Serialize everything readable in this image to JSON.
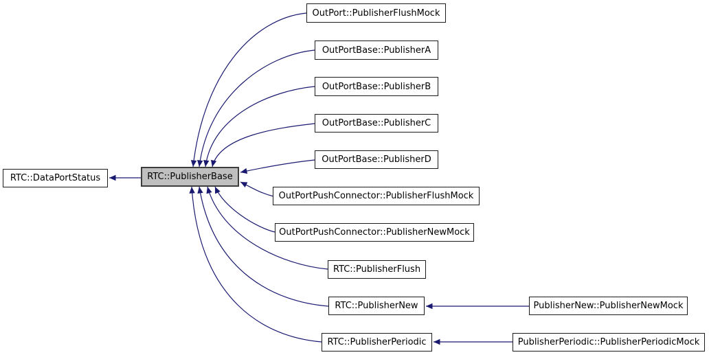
{
  "diagram_type": "class-inheritance-graph",
  "colors": {
    "edge": "#191970",
    "node_background": "#ffffff",
    "node_border": "#1a1a1a",
    "current_node_background": "#bfbfbf",
    "current_node_border": "#3d3d3d",
    "text": "#000000"
  },
  "nodes": {
    "dataportstatus": {
      "label": "RTC::DataPortStatus"
    },
    "publisherbase": {
      "label": "RTC::PublisherBase"
    },
    "r1": {
      "label": "OutPort::PublisherFlushMock"
    },
    "r2": {
      "label": "OutPortBase::PublisherA"
    },
    "r3": {
      "label": "OutPortBase::PublisherB"
    },
    "r4": {
      "label": "OutPortBase::PublisherC"
    },
    "r5": {
      "label": "OutPortBase::PublisherD"
    },
    "r6": {
      "label": "OutPortPushConnector::PublisherFlushMock"
    },
    "r7": {
      "label": "OutPortPushConnector::PublisherNewMock"
    },
    "r8": {
      "label": "RTC::PublisherFlush"
    },
    "r9": {
      "label": "RTC::PublisherNew"
    },
    "r10": {
      "label": "RTC::PublisherPeriodic"
    },
    "m1": {
      "label": "PublisherNew::PublisherNewMock"
    },
    "m2": {
      "label": "PublisherPeriodic::PublisherPeriodicMock"
    }
  },
  "edges": [
    {
      "from": "RTC::PublisherBase",
      "to": "RTC::DataPortStatus"
    },
    {
      "from": "OutPort::PublisherFlushMock",
      "to": "RTC::PublisherBase"
    },
    {
      "from": "OutPortBase::PublisherA",
      "to": "RTC::PublisherBase"
    },
    {
      "from": "OutPortBase::PublisherB",
      "to": "RTC::PublisherBase"
    },
    {
      "from": "OutPortBase::PublisherC",
      "to": "RTC::PublisherBase"
    },
    {
      "from": "OutPortBase::PublisherD",
      "to": "RTC::PublisherBase"
    },
    {
      "from": "OutPortPushConnector::PublisherFlushMock",
      "to": "RTC::PublisherBase"
    },
    {
      "from": "OutPortPushConnector::PublisherNewMock",
      "to": "RTC::PublisherBase"
    },
    {
      "from": "RTC::PublisherFlush",
      "to": "RTC::PublisherBase"
    },
    {
      "from": "RTC::PublisherNew",
      "to": "RTC::PublisherBase"
    },
    {
      "from": "RTC::PublisherPeriodic",
      "to": "RTC::PublisherBase"
    },
    {
      "from": "PublisherNew::PublisherNewMock",
      "to": "RTC::PublisherNew"
    },
    {
      "from": "PublisherPeriodic::PublisherPeriodicMock",
      "to": "RTC::PublisherPeriodic"
    }
  ]
}
